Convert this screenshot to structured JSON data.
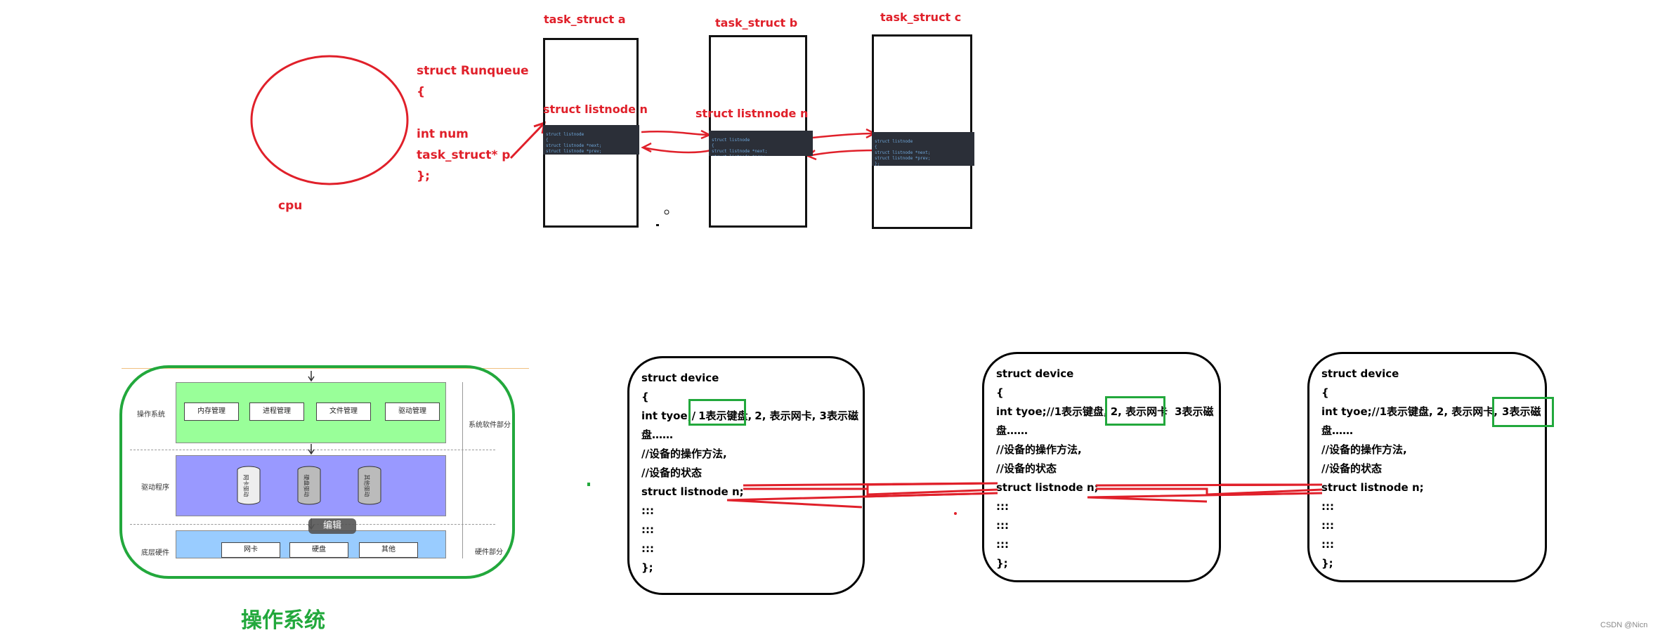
{
  "top": {
    "cpu_label": "cpu",
    "runqueue": [
      "struct Runqueue",
      "{",
      "",
      "int num",
      "task_struct* p",
      "};"
    ],
    "tasks": [
      {
        "title": "task_struct a",
        "node_label": "struct listnode n"
      },
      {
        "title": "task_struct b",
        "node_label": "struct listnnode n"
      },
      {
        "title": "task_struct c",
        "node_label": ""
      }
    ],
    "code_snippet": [
      "struct listnode",
      "{",
      "struct listnode *next;",
      "struct listnode *prev;",
      "};"
    ]
  },
  "os_diagram": {
    "caption": "操作系统",
    "layers": [
      {
        "label": "操作系统",
        "items": [
          "内存管理",
          "进程管理",
          "文件管理",
          "驱动管理"
        ],
        "color": "#99ff99"
      },
      {
        "label": "驱动程序",
        "items": [
          "网卡驱动",
          "硬盘驱动",
          "其他驱动"
        ],
        "color": "#9999ff"
      },
      {
        "label": "底层硬件",
        "items": [
          "网卡",
          "硬盘",
          "其他"
        ],
        "color": "#99ccff"
      }
    ],
    "side_labels": [
      "系统软件部分",
      "硬件部分"
    ],
    "edit_tooltip": "编辑"
  },
  "devices": [
    {
      "lines": [
        "struct device",
        "{",
        "int tyoe;/",
        "盘……",
        "//设备的操作方法,",
        "//设备的状态",
        "struct listnode n;",
        ":::",
        ":::",
        ":::",
        "};"
      ],
      "type_parts": [
        "1表示键盘,",
        "2, 表示网卡, 3表示磁"
      ]
    },
    {
      "lines": [
        "struct device",
        "{",
        "int tyoe;//1表示键盘,",
        "盘……",
        "//设备的操作方法,",
        "//设备的状态",
        "struct listnode n;",
        ":::",
        ":::",
        ":::",
        "};"
      ],
      "type_parts": [
        "2, 表示网卡",
        "3表示磁"
      ]
    },
    {
      "lines": [
        "struct device",
        "{",
        "int tyoe;//1表示键盘, 2, 表示网卡,",
        "盘……",
        "//设备的操作方法,",
        "//设备的状态",
        "struct listnode n;",
        ":::",
        ":::",
        ":::",
        "};"
      ],
      "type_parts": [
        "3表示磁"
      ]
    }
  ],
  "watermark": "CSDN @Nicn",
  "colors": {
    "red": "#e0202a",
    "green": "#22a83c",
    "black": "#111111"
  }
}
